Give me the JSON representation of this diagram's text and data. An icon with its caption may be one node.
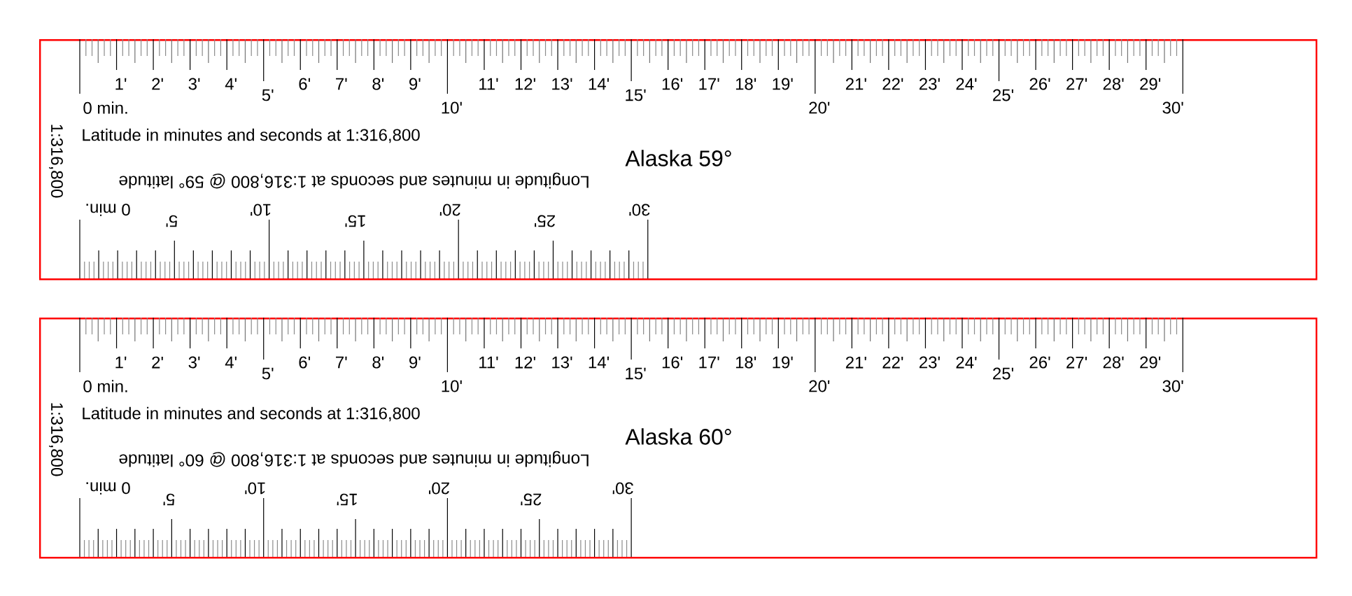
{
  "diagram": {
    "nodes": [
      {
        "text": [
          "Alaska 59°",
          "Latitude in minutes and seconds at 1:316,800",
          "Longitude in minutes and seconds at 1:316,800 @ 59° latitude",
          "1:316,800"
        ]
      },
      {
        "text": [
          "Alaska 60°",
          "Latitude in minutes and seconds at 1:316,800",
          "Longitude in minutes and seconds at 1:316,800 @ 60° latitude",
          "1:316,800"
        ]
      }
    ],
    "labels": [
      "0 min.",
      "1'",
      "2'",
      "3'",
      "4'",
      "5'",
      "6'",
      "7'",
      "8'",
      "9'",
      "10'",
      "11'",
      "12'",
      "13'",
      "14'",
      "15'",
      "16'",
      "17'",
      "18'",
      "19'",
      "20'",
      "21'",
      "22'",
      "23'",
      "24'",
      "25'",
      "26'",
      "27'",
      "28'",
      "29'",
      "30'",
      "0 min.",
      "5'",
      "10'",
      "15'",
      "20'",
      "25'",
      "30'",
      "0 min.",
      "1'",
      "2'",
      "3'",
      "4'",
      "5'",
      "6'",
      "7'",
      "8'",
      "9'",
      "10'",
      "11'",
      "12'",
      "13'",
      "14'",
      "15'",
      "16'",
      "17'",
      "18'",
      "19'",
      "20'",
      "21'",
      "22'",
      "23'",
      "24'",
      "25'",
      "26'",
      "27'",
      "28'",
      "29'",
      "30'",
      "0 min.",
      "5'",
      "10'",
      "15'",
      "20'",
      "25'",
      "30'"
    ]
  }
}
